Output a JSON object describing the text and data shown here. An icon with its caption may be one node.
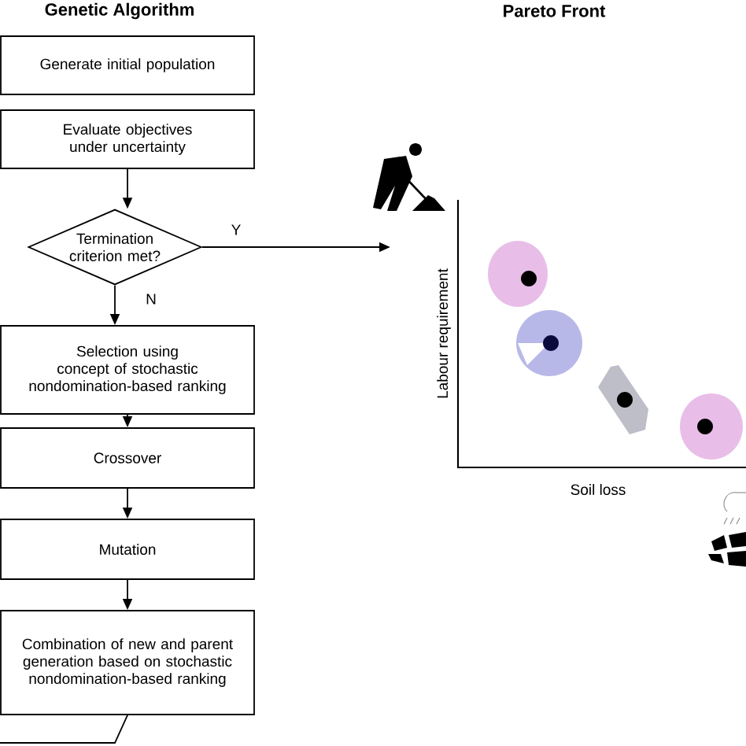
{
  "diagram": {
    "nodes": [
      {
        "text": [
          "Generate initial population"
        ]
      },
      {
        "text": [
          "Evaluate objectives under uncertainty"
        ]
      },
      {
        "text": [
          "Termination criterion met?"
        ]
      },
      {
        "text": [
          "Selection using concept of stochastic nondomination-based ranking"
        ]
      },
      {
        "text": [
          "Crossover"
        ]
      },
      {
        "text": [
          "Mutation"
        ]
      },
      {
        "text": [
          "Combination of new and parent generation based on stochastic nondomination-based ranking"
        ]
      }
    ],
    "edges": [
      {
        "from": 1,
        "to": 2,
        "arrow": "to"
      },
      {
        "from": 2,
        "to": null,
        "arrow": "to",
        "label": "Y"
      },
      {
        "from": 2,
        "to": 3,
        "arrow": "to",
        "label": "N"
      },
      {
        "from": 3,
        "to": 4,
        "arrow": "to"
      },
      {
        "from": 4,
        "to": 5,
        "arrow": "to"
      },
      {
        "from": 5,
        "to": 6,
        "arrow": "to"
      },
      {
        "from": 6,
        "to": null,
        "arrow": "none"
      }
    ],
    "labels": [
      "Genetic Algorithm",
      "Pareto Front",
      "Labour requirement",
      "Soil loss"
    ]
  }
}
